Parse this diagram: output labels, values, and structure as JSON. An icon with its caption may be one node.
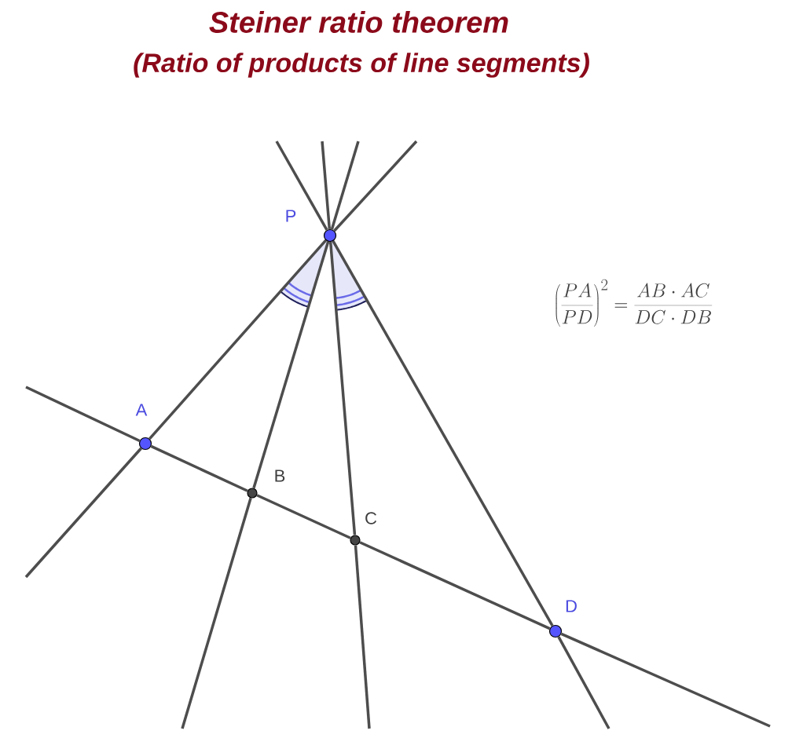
{
  "diagram": {
    "title": "Steiner ratio theorem",
    "nodes": [
      {
        "text": [
          "P"
        ]
      },
      {
        "text": [
          "A"
        ]
      },
      {
        "text": [
          "B"
        ]
      },
      {
        "text": [
          "C"
        ]
      },
      {
        "text": [
          "D"
        ]
      }
    ],
    "edges": [
      {
        "from": 0,
        "to": 1,
        "arrow": "none"
      },
      {
        "from": 0,
        "to": 2,
        "arrow": "none"
      },
      {
        "from": 0,
        "to": 3,
        "arrow": "none"
      },
      {
        "from": 0,
        "to": 4,
        "arrow": "none"
      },
      {
        "from": 1,
        "to": 2,
        "arrow": "none"
      },
      {
        "from": 2,
        "to": 3,
        "arrow": "none"
      },
      {
        "from": 3,
        "to": 4,
        "arrow": "none"
      }
    ],
    "labels": [
      "(Ratio of products of line segments)",
      "\\left(\\frac{PA}{PD}\\right)^2=\\frac{AB\\cdot AC}{DC\\cdot DB}"
    ]
  }
}
